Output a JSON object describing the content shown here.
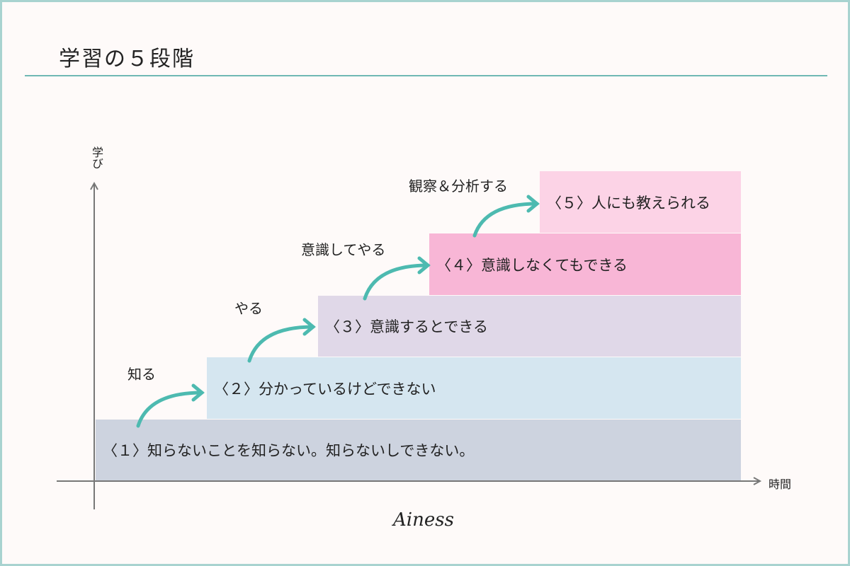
{
  "title": "学習の５段階",
  "axis": {
    "y_label": "学び",
    "x_label": "時間"
  },
  "steps": [
    {
      "label": "〈１〉知らないことを知らない。知らないしできない。",
      "color": "#cdd3df"
    },
    {
      "label": "〈２〉分かっているけどできない",
      "color": "#d5e6f0"
    },
    {
      "label": "〈３〉意識するとできる",
      "color": "#e0d8e8"
    },
    {
      "label": "〈４〉意識しなくてもできる",
      "color": "#f8b6d6"
    },
    {
      "label": "〈５〉人にも教えられる",
      "color": "#fcd3e6"
    }
  ],
  "transitions": [
    "知る",
    "やる",
    "意識してやる",
    "観察＆分析する"
  ],
  "arrow_color": "#4dbab0",
  "logo": "Ainess"
}
